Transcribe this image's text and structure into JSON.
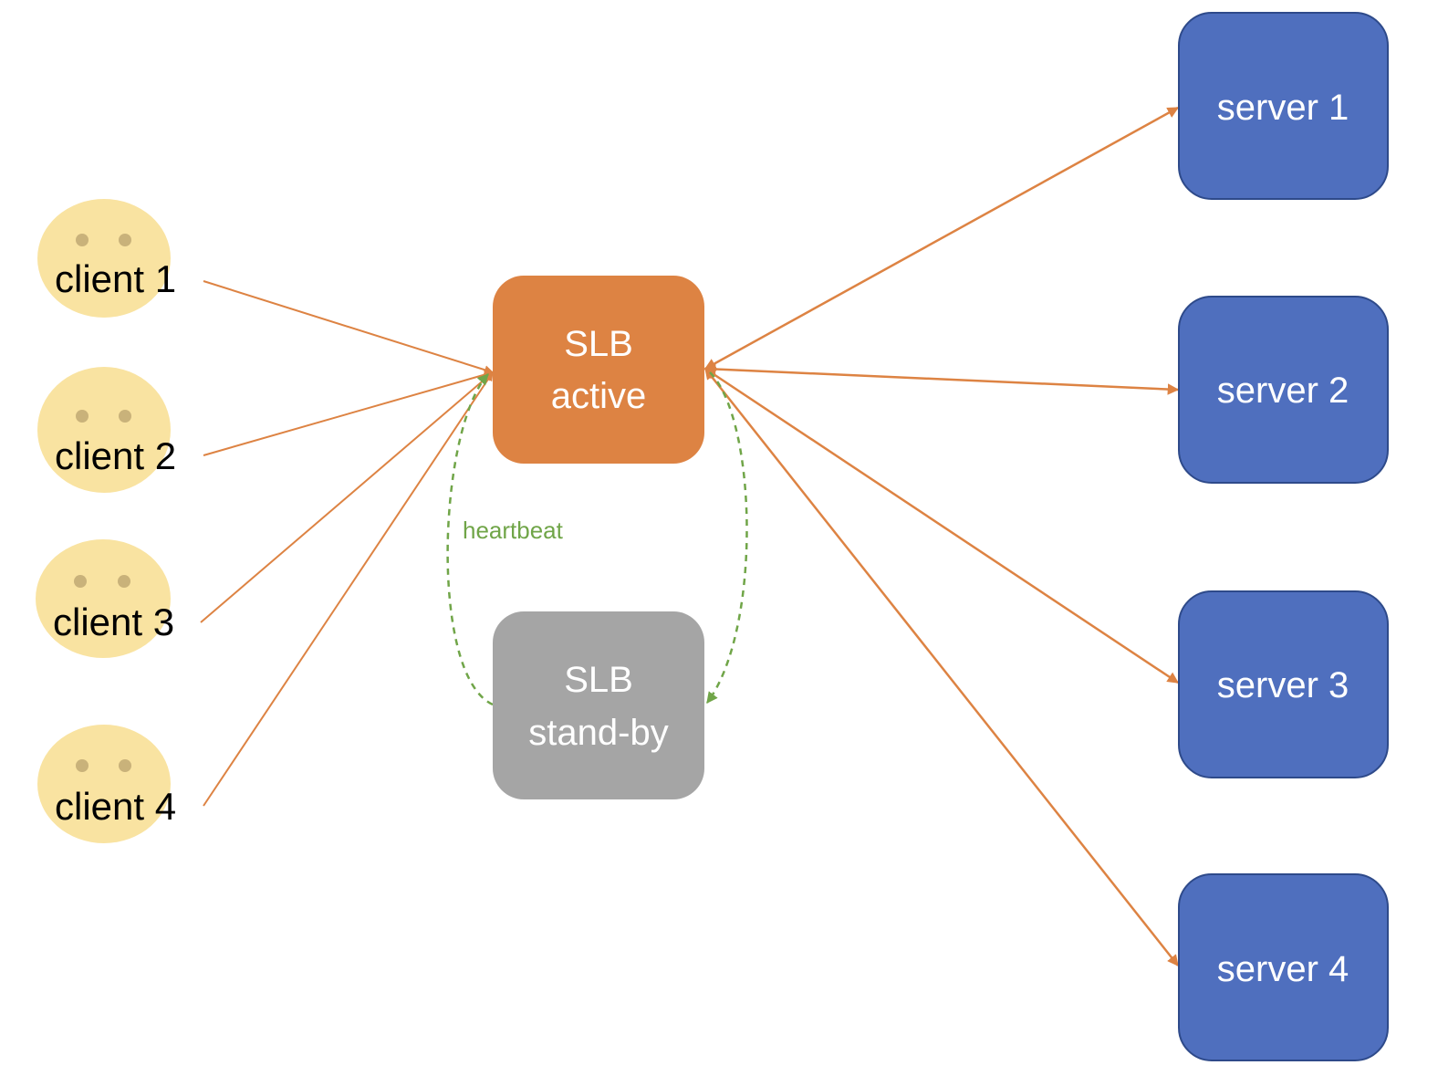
{
  "colors": {
    "client_face": "#f9e3a1",
    "client_eye": "#c9b27a",
    "slb_active": "#dd8343",
    "slb_standby": "#a5a5a5",
    "server": "#4f6fbe",
    "server_border": "#2e4a8a",
    "connection": "#dd8343",
    "heartbeat": "#70a548"
  },
  "clients": [
    {
      "label": "client 1",
      "icon": "neutral-face-icon"
    },
    {
      "label": "client 2",
      "icon": "neutral-face-icon"
    },
    {
      "label": "client 3",
      "icon": "neutral-face-icon"
    },
    {
      "label": "client 4",
      "icon": "neutral-face-icon"
    }
  ],
  "slb_active": {
    "line1": "SLB",
    "line2": "active"
  },
  "slb_standby": {
    "line1": "SLB",
    "line2": "stand-by"
  },
  "servers": [
    {
      "label": "server 1"
    },
    {
      "label": "server 2"
    },
    {
      "label": "server 3"
    },
    {
      "label": "server 4"
    }
  ],
  "heartbeat": {
    "label": "heartbeat"
  }
}
